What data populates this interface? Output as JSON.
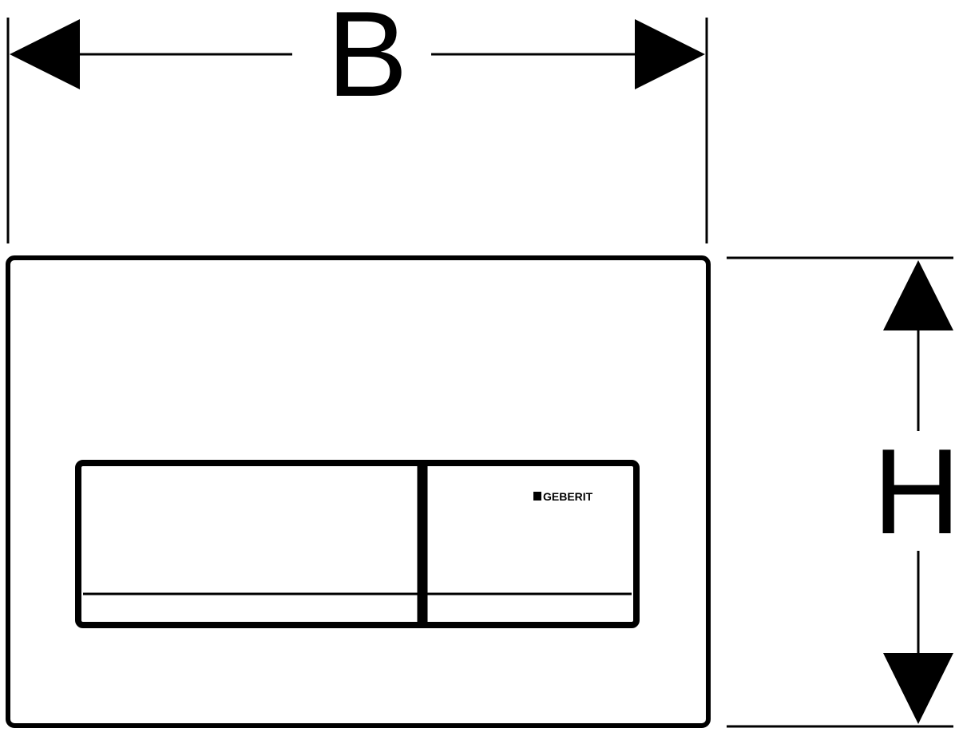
{
  "dimensions": {
    "width_label": "B",
    "height_label": "H"
  },
  "plate": {
    "brand_label": "GEBERIT"
  },
  "colors": {
    "line": "#000000",
    "background": "#ffffff"
  }
}
